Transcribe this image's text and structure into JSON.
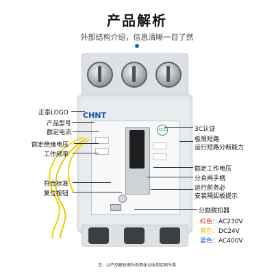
{
  "header": {
    "title": "产品解析",
    "subtitle": "外部结构介绍，信息清晰一目了然"
  },
  "product": {
    "logo": "CHNT"
  },
  "labels_left": {
    "chint_logo": "正泰LOGO",
    "model": "产品型号",
    "rated_current": "额定电流",
    "insulation_voltage": "额定绝缘电压",
    "frequency": "工作频率",
    "standard": "符合标准",
    "reset_button": "复位按钮"
  },
  "labels_right": {
    "ccc": "3C认证",
    "short_circuit_1": "极限短路",
    "short_circuit_2": "运行短路分断能力",
    "rated_voltage": "额定工作电压",
    "handle": "分合闸手柄",
    "warning_1": "运行前务必",
    "warning_2": "安装隔弧板提示",
    "shunt_release": "分励脱扣器"
  },
  "voltages": [
    {
      "color_label": "红色：",
      "value": "AC230V",
      "color": "#e02020"
    },
    {
      "color_label": "黄色：",
      "value": "DC24V",
      "color": "#e8c400"
    },
    {
      "color_label": "蓝色：",
      "value": "AC400V",
      "color": "#1a55d6"
    }
  ],
  "footer": {
    "note": "注：以产品解析图为例具体以收到实物为准"
  },
  "colors": {
    "accent": "#1a63c7",
    "wire": "#f0d500"
  }
}
